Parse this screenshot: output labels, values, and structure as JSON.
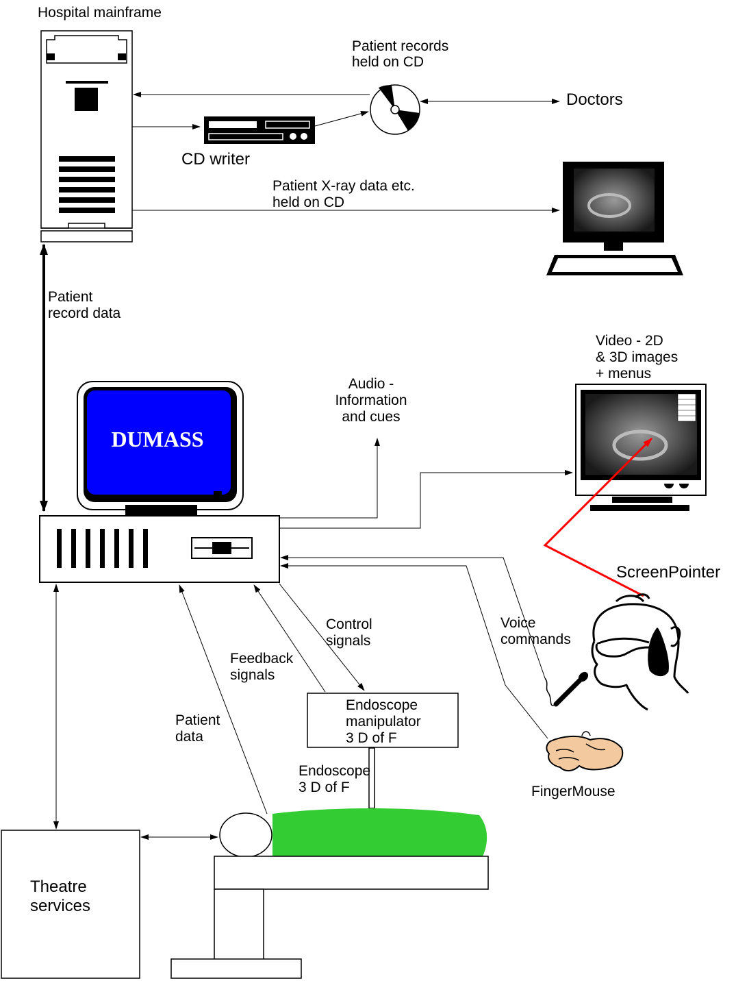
{
  "labels": {
    "hospital_mainframe": "Hospital mainframe",
    "patient_records_cd": [
      "Patient records",
      "held on CD"
    ],
    "doctors": "Doctors",
    "cd_writer": "CD writer",
    "xray_data": [
      "Patient X-ray data etc.",
      "held on CD"
    ],
    "patient_record_data": [
      "Patient",
      "record data"
    ],
    "dumass": "DUMASS",
    "audio": [
      "Audio -",
      "Information",
      "and cues"
    ],
    "video": [
      "Video - 2D",
      "& 3D images",
      "+ menus"
    ],
    "screen_pointer": "ScreenPointer",
    "voice_commands": [
      "Voice",
      "commands"
    ],
    "control_signals": [
      "Control",
      "signals"
    ],
    "feedback_signals": [
      "Feedback",
      "signals"
    ],
    "patient_data": [
      "Patient",
      "data"
    ],
    "endoscope_manipulator": [
      "Endoscope",
      "manipulator",
      "3 D of F"
    ],
    "endoscope": [
      "Endoscope",
      "3 D of F"
    ],
    "finger_mouse": "FingerMouse",
    "theatre_services": [
      "Theatre",
      "services"
    ]
  },
  "colors": {
    "dumass_screen": "#0000ff",
    "patient_cover": "#33cc33",
    "screen_pointer_beam": "#ff0000",
    "skin": "#f3c9a0"
  },
  "icons": [
    "mainframe-tower-icon",
    "cd-disc-icon",
    "cd-writer-icon",
    "doctor-monitor-icon",
    "dumass-computer-icon",
    "video-monitor-icon",
    "surgeon-headset-icon",
    "microphone-icon",
    "hand-icon",
    "operating-table-icon"
  ]
}
